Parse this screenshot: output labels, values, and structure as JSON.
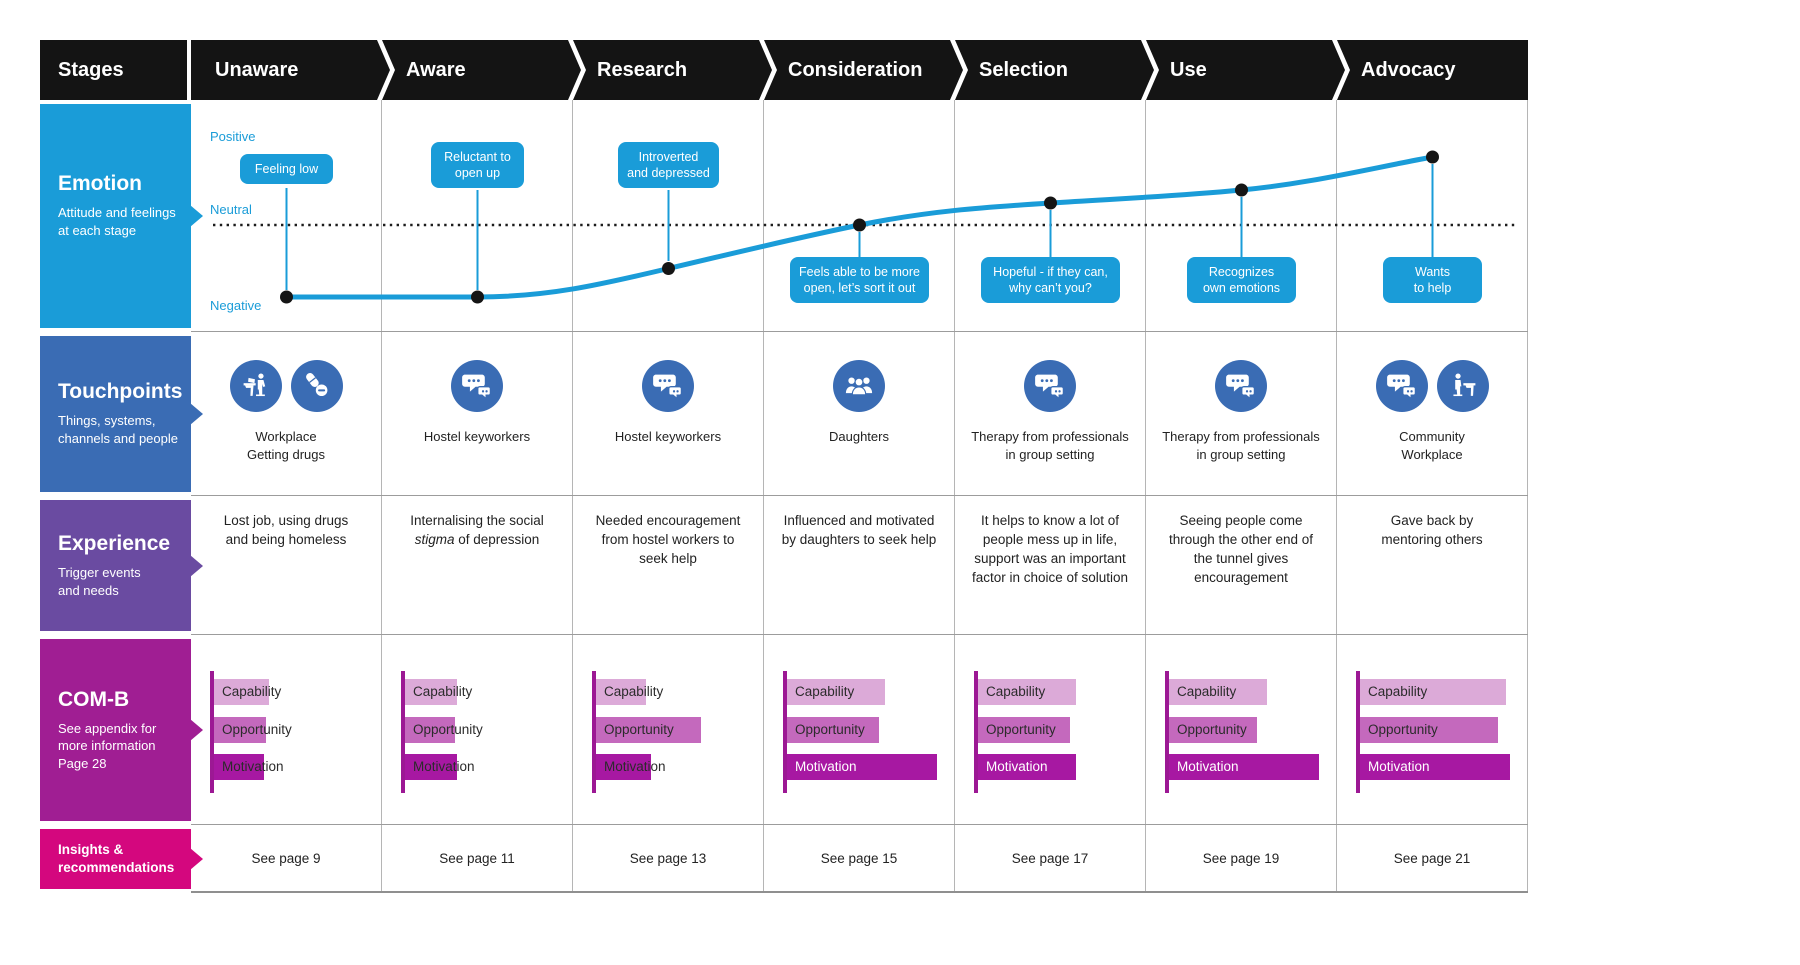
{
  "header": {
    "stages_label": "Stages",
    "stages": [
      "Unaware",
      "Aware",
      "Research",
      "Consideration",
      "Selection",
      "Use",
      "Advocacy"
    ]
  },
  "colors": {
    "header_black": "#141414",
    "emotion_blue": "#1a9cd8",
    "touchpoints_blue": "#3a6cb4",
    "experience_purple": "#6a4ba1",
    "comb_magenta": "#a01e93",
    "insights_pink": "#d4077e",
    "capability_bar": "#dcaad8",
    "opportunity_bar": "#c469bd",
    "motivation_bar": "#a718a2"
  },
  "emotion": {
    "title": "Emotion",
    "subtitle": "Attitude and feelings\nat each stage",
    "axis": {
      "positive": "Positive",
      "neutral": "Neutral",
      "negative": "Negative"
    },
    "callouts": [
      {
        "stage": "Unaware",
        "position": "above",
        "text": "Feeling low"
      },
      {
        "stage": "Aware",
        "position": "above",
        "text": "Reluctant to\nopen up"
      },
      {
        "stage": "Research",
        "position": "above",
        "text": "Introverted\nand depressed"
      },
      {
        "stage": "Consideration",
        "position": "below",
        "text": "Feels able to be more\nopen, let’s sort it out"
      },
      {
        "stage": "Selection",
        "position": "below",
        "text": "Hopeful - if they can,\nwhy can’t you?"
      },
      {
        "stage": "Use",
        "position": "below",
        "text": "Recognizes\nown emotions"
      },
      {
        "stage": "Advocacy",
        "position": "below",
        "text": "Wants\nto help"
      }
    ],
    "curve_levels": {
      "scale": "-1 negative to +1 positive",
      "stages": [
        "Unaware",
        "Aware",
        "Research",
        "Consideration",
        "Selection",
        "Use",
        "Advocacy"
      ],
      "values": [
        -0.85,
        -0.85,
        -0.52,
        0,
        0.27,
        0.42,
        0.8
      ]
    }
  },
  "touchpoints": {
    "title": "Touchpoints",
    "subtitle": "Things, systems,\nchannels and people",
    "columns": [
      {
        "icons": [
          "workplace-icon",
          "drugs-icon"
        ],
        "label": "Workplace\nGetting drugs"
      },
      {
        "icons": [
          "chat-icon"
        ],
        "label": "Hostel keyworkers"
      },
      {
        "icons": [
          "chat-icon"
        ],
        "label": "Hostel keyworkers"
      },
      {
        "icons": [
          "group-icon"
        ],
        "label": "Daughters"
      },
      {
        "icons": [
          "chat-icon"
        ],
        "label": "Therapy from professionals\nin group setting"
      },
      {
        "icons": [
          "chat-icon"
        ],
        "label": "Therapy from professionals\nin group setting"
      },
      {
        "icons": [
          "chat-icon",
          "person-desk-icon"
        ],
        "label": "Community\nWorkplace"
      }
    ]
  },
  "experience": {
    "title": "Experience",
    "subtitle": "Trigger events\nand needs",
    "columns": [
      {
        "text": "Lost job, using drugs\nand being homeless"
      },
      {
        "pre": "Internalising the social\n",
        "italic": "stigma",
        "post": " of depression"
      },
      {
        "text": "Needed encouragement\nfrom hostel workers to\nseek help"
      },
      {
        "text": "Influenced and motivated\nby daughters to seek help"
      },
      {
        "text": "It helps to know a lot of\npeople mess up in life,\nsupport was an important\nfactor in choice of solution"
      },
      {
        "text": "Seeing people come\nthrough the other end of\nthe tunnel gives\nencouragement"
      },
      {
        "text": "Gave back by\nmentoring others"
      }
    ]
  },
  "comb": {
    "title": "COM-B",
    "subtitle": "See appendix for\nmore information\nPage 28",
    "bar_labels": [
      "Capability",
      "Opportunity",
      "Motivation"
    ],
    "columns": [
      {
        "stage": "Unaware",
        "bars": [
          55,
          52,
          50
        ]
      },
      {
        "stage": "Aware",
        "bars": [
          52,
          50,
          52
        ]
      },
      {
        "stage": "Research",
        "bars": [
          50,
          105,
          55
        ]
      },
      {
        "stage": "Consideration",
        "bars": [
          98,
          92,
          150
        ]
      },
      {
        "stage": "Selection",
        "bars": [
          98,
          92,
          98
        ]
      },
      {
        "stage": "Use",
        "bars": [
          98,
          88,
          150
        ]
      },
      {
        "stage": "Advocacy",
        "bars": [
          146,
          138,
          150
        ]
      }
    ]
  },
  "insights": {
    "title": "Insights &\nrecommendations",
    "pages": [
      "See page 9",
      "See page 11",
      "See page 13",
      "See page 15",
      "See page 17",
      "See page 19",
      "See page 21"
    ]
  }
}
